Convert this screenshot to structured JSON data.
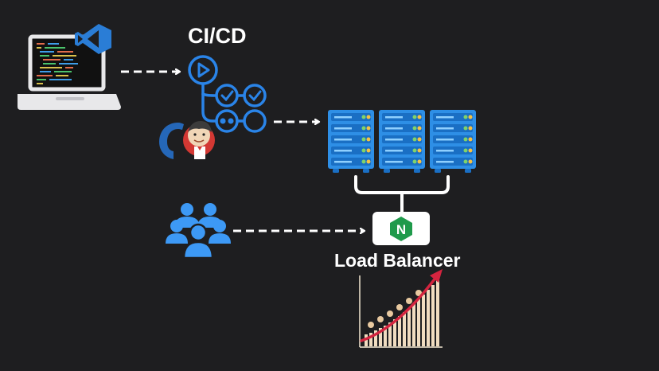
{
  "diagram": {
    "cicd_title": "CI/CD",
    "load_balancer_label": "Load Balancer",
    "nginx_letter": "N",
    "icons": {
      "developer": "laptop-icon",
      "editor": "vscode-icon",
      "pipeline": "pipeline-icon",
      "source_control": "github-icon",
      "ci_server": "jenkins-icon",
      "servers": "server-rack-icon",
      "users": "users-icon",
      "load_balancer": "nginx-icon",
      "growth": "growth-chart-icon"
    },
    "colors": {
      "background": "#1e1e20",
      "accent_blue": "#1f8ef1",
      "server_blue": "#2e8fe6",
      "user_blue": "#3d99f5",
      "nginx_green": "#1f9a4b",
      "growth_red": "#d4243f",
      "text": "#ffffff"
    }
  }
}
